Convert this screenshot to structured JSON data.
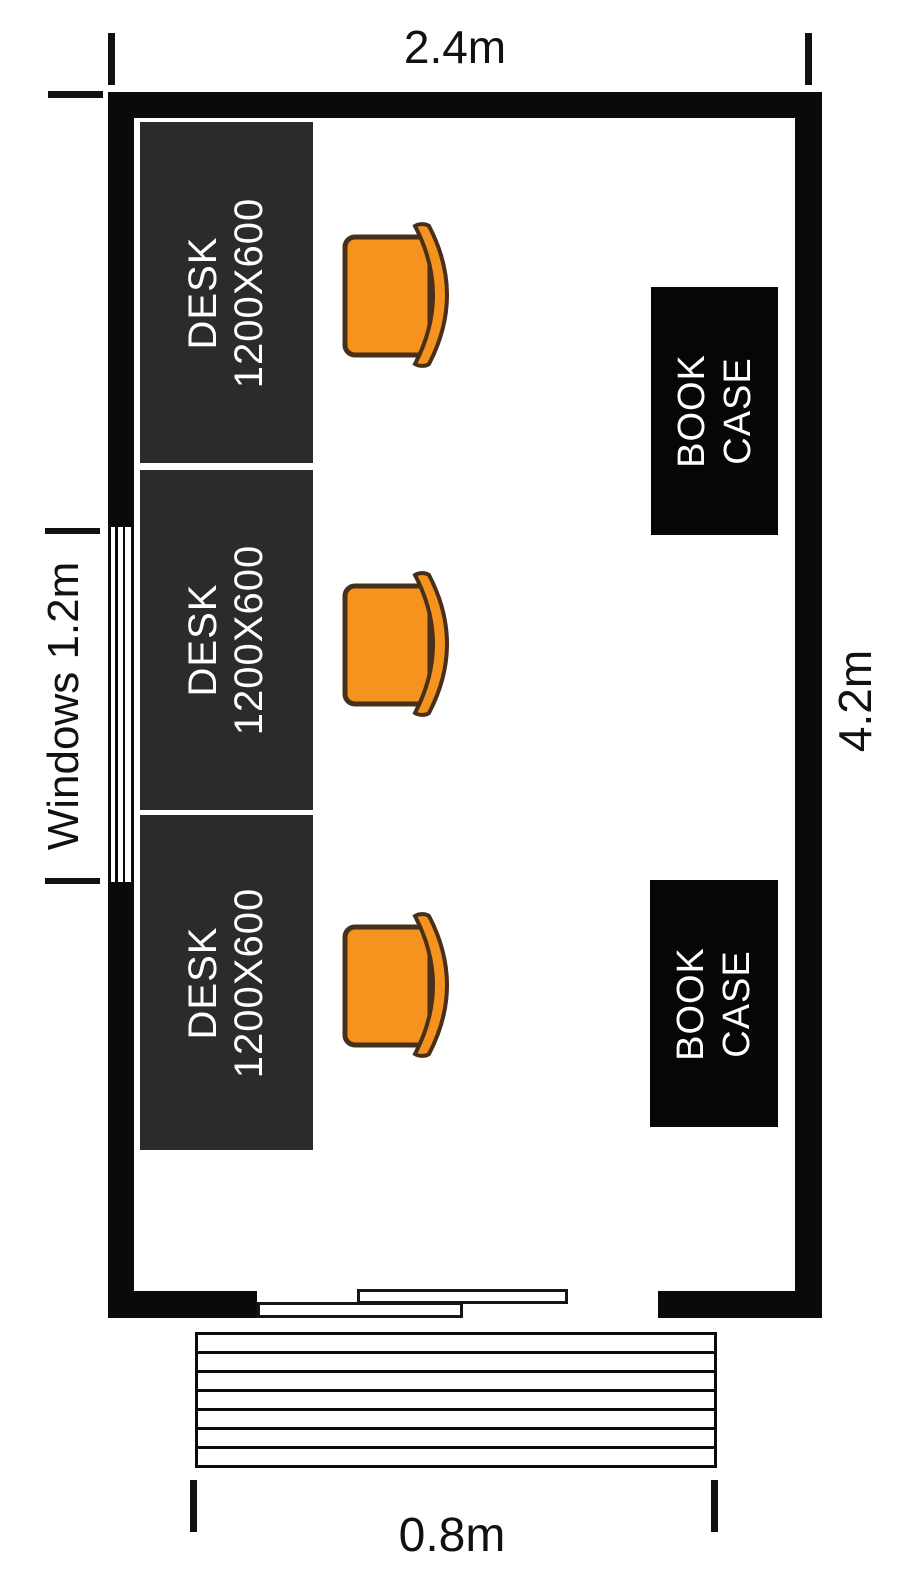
{
  "dimensions": {
    "width_label": "2.4m",
    "height_label": "4.2m",
    "windows_label": "Windows 1.2m",
    "door_label": "0.8m"
  },
  "furniture": {
    "desks": [
      {
        "line1": "DESK",
        "line2": "1200X600"
      },
      {
        "line1": "DESK",
        "line2": "1200X600"
      },
      {
        "line1": "DESK",
        "line2": "1200X600"
      }
    ],
    "bookcases": [
      {
        "line1": "BOOK",
        "line2": "CASE"
      },
      {
        "line1": "BOOK",
        "line2": "CASE"
      }
    ],
    "chairs_count": 3
  },
  "stairs": {
    "treads": 7
  },
  "colors": {
    "wall": "#0a0a0a",
    "desk": "#2b2b2b",
    "bookcase": "#060606",
    "chair_fill": "#f6921e",
    "chair_outline": "#46301a",
    "text_on_dark": "#ffffff",
    "annotation": "#111111",
    "background": "#ffffff"
  }
}
